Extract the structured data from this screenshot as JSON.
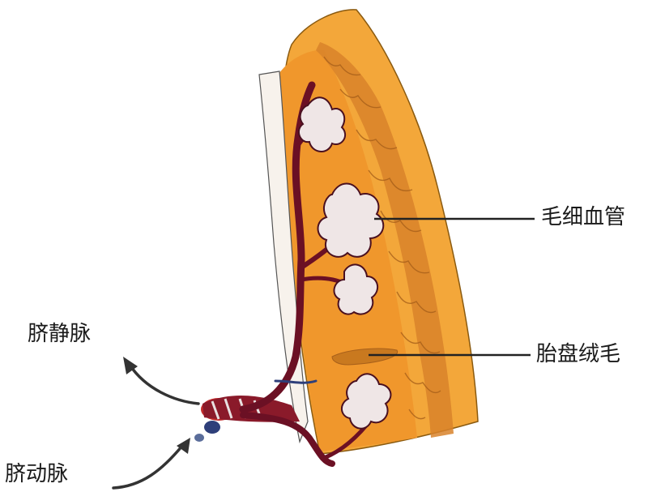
{
  "labels": {
    "capillary": "毛细血管",
    "villus": "胎盘绒毛",
    "umbilical_vein": "脐静脉",
    "umbilical_artery": "脐动脉"
  },
  "colors": {
    "placenta_outer": "#f2a534",
    "placenta_mid": "#e8912a",
    "tissue_dark": "#c9791f",
    "vessel_dark": "#6b1024",
    "vessel_blue": "#2e3f7a",
    "vessel_red": "#c22a2a",
    "leader_line": "#222222"
  }
}
